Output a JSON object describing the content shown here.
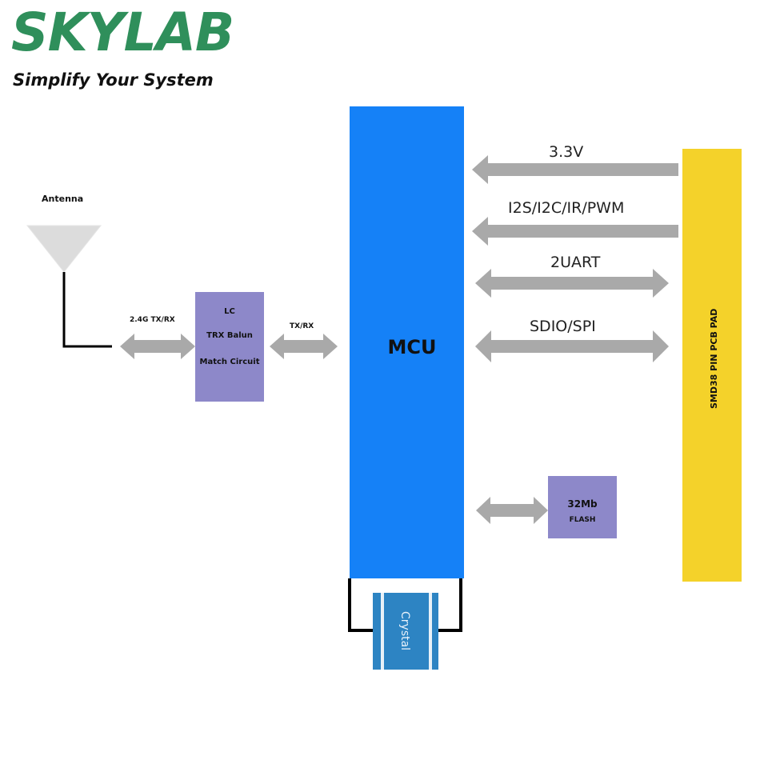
{
  "logo": {
    "text": "SKYLAB",
    "tagline": "Simplify Your System"
  },
  "antenna": {
    "label": "Antenna"
  },
  "links": {
    "ant_to_lc": "2.4G TX/RX",
    "lc_to_mcu": "TX/RX",
    "power": "3.3V",
    "i2s": "I2S/I2C/IR/PWM",
    "uart": "2UART",
    "sdio": "SDIO/SPI"
  },
  "lc_block": {
    "line1": "LC",
    "line2": "TRX Balun",
    "line3": "Match Circuit"
  },
  "mcu": {
    "label": "MCU"
  },
  "flash": {
    "line1": "32Mb",
    "line2": "FLASH"
  },
  "pad": {
    "label": "SMD38 PIN PCB PAD"
  },
  "crystal": {
    "label": "Crystal"
  },
  "colors": {
    "logo_green": "#2f8f5b",
    "mcu_blue": "#1581f7",
    "lc_purple": "#8d88c9",
    "pad_yellow": "#f4d22a",
    "arrow_gray": "#a9a9a9",
    "crystal_blue": "#2d84c3"
  }
}
